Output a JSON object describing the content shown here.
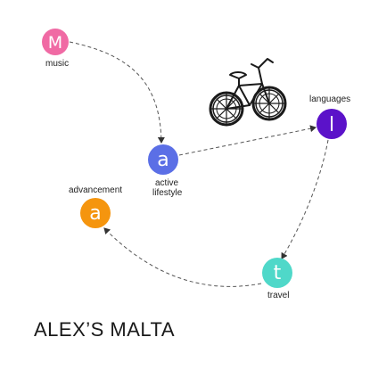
{
  "title": "ALEX’S MALTA",
  "nodes": [
    {
      "id": "music",
      "letter": "M",
      "label": [
        "music"
      ],
      "color": "#f06aa4"
    },
    {
      "id": "active-lifestyle",
      "letter": "a",
      "label": [
        "active",
        "lifestyle"
      ],
      "color": "#5b6fe6"
    },
    {
      "id": "languages",
      "letter": "l",
      "label": [
        "languages"
      ],
      "color": "#5b12c9"
    },
    {
      "id": "travel",
      "letter": "t",
      "label": [
        "travel"
      ],
      "color": "#4fd8c9"
    },
    {
      "id": "advancement",
      "letter": "a",
      "label": [
        "advancement"
      ],
      "color": "#f5950e"
    }
  ],
  "edges": [
    {
      "from": "music",
      "to": "active-lifestyle"
    },
    {
      "from": "active-lifestyle",
      "to": "languages"
    },
    {
      "from": "languages",
      "to": "travel"
    },
    {
      "from": "travel",
      "to": "advancement"
    }
  ],
  "illustration": "bicycle-sketch"
}
